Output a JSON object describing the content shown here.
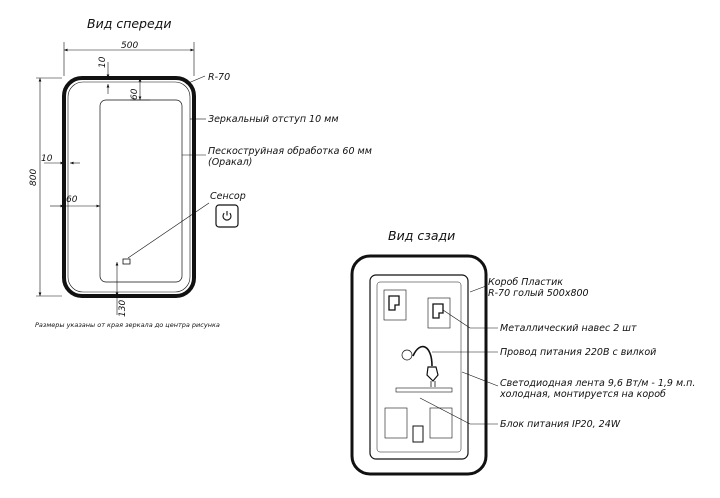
{
  "front_view": {
    "title": "Вид спереди",
    "dims": {
      "width": "500",
      "height": "800",
      "offset_top": "10",
      "sandblast_top": "60",
      "offset_left": "10",
      "sandblast_left": "60",
      "sensor_bottom": "130",
      "radius": "R-70"
    },
    "callouts": {
      "mirror_offset": "Зеркальный отступ 10 мм",
      "sandblast_1": "Пескоструйная обработка 60 мм",
      "sandblast_2": "(Оракал)",
      "sensor": "Сенсор"
    },
    "note": "Размеры указаны от края зеркала до центра рисунка",
    "sensor_icon": "power-icon"
  },
  "back_view": {
    "title": "Вид сзади",
    "callouts": {
      "box_1": "Короб Пластик",
      "box_2": "R-70 голый 500х800",
      "hanger": "Металлический навес 2 шт",
      "cable": "Провод питания 220В с вилкой",
      "led_1": "Светодиодная лента 9,6 Вт/м - 1,9 м.п.",
      "led_2": "холодная, монтируется на короб",
      "psu": "Блок питания IP20, 24W"
    }
  }
}
